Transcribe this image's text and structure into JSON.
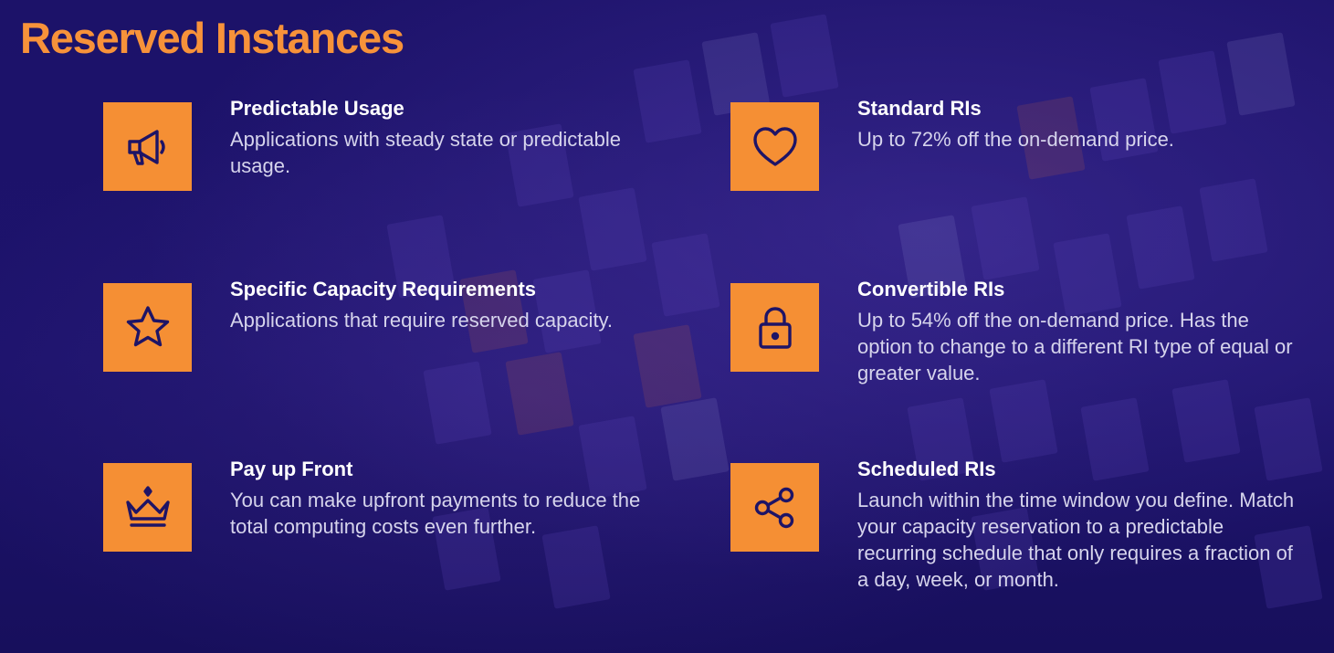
{
  "title": "Reserved Instances",
  "colors": {
    "accent": "#f58f34",
    "title": "#f7923a",
    "background": "#1c1269",
    "icon_stroke": "#1e1466"
  },
  "left_column": [
    {
      "icon": "megaphone-icon",
      "heading": "Predictable Usage",
      "description": "Applications with steady state or predictable usage."
    },
    {
      "icon": "star-icon",
      "heading": "Specific Capacity Requirements",
      "description": "Applications that require reserved capacity."
    },
    {
      "icon": "crown-icon",
      "heading": "Pay up Front",
      "description": "You can make upfront payments to reduce the total computing costs even further."
    }
  ],
  "right_column": [
    {
      "icon": "heart-icon",
      "heading": "Standard RIs",
      "description": "Up to 72% off the on-demand price."
    },
    {
      "icon": "lock-icon",
      "heading": "Convertible RIs",
      "description": "Up to 54% off the on-demand price. Has the option to change to a different RI type of equal or greater value."
    },
    {
      "icon": "share-icon",
      "heading": "Scheduled RIs",
      "description": "Launch within the time window you define. Match your capacity reservation to a predictable recurring schedule that only requires a fraction of a day, week, or month."
    }
  ]
}
